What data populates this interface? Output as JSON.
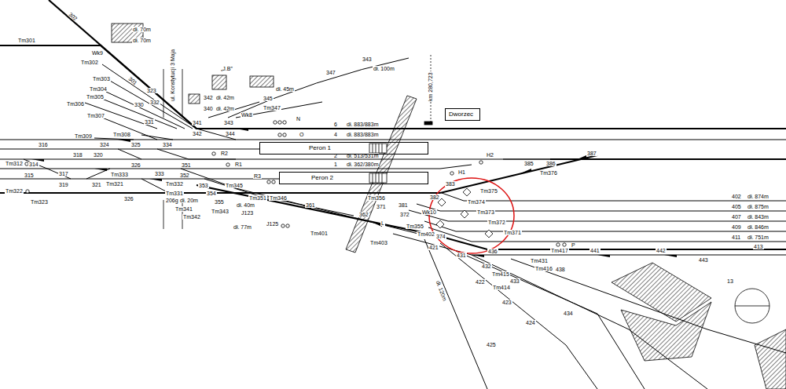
{
  "diagram": {
    "nodes": [
      {
        "text": [
          "Peron 1"
        ]
      },
      {
        "text": [
          "Peron 2"
        ]
      },
      {
        "text": [
          "Dworzec"
        ]
      }
    ],
    "labels": [
      "302",
      "dł. 70m",
      "dł. 70m",
      "Wk9",
      "Tm301",
      "Tm302",
      "Tm303",
      "Tm304",
      "Tm305",
      "Tm306",
      "Tm307",
      "301",
      "323",
      "330",
      "332",
      "331",
      "ul. Konstytucji 3 Maja",
      "„J.B”",
      "342",
      "dł. 42m",
      "340",
      "dł. 42m",
      "343",
      "dł. 100m",
      "347",
      "dł. 45m",
      "345",
      "Tm347",
      "Wk8",
      "N",
      "6",
      "dł. 883/883m",
      "4",
      "dł. 883/883m",
      "O",
      "341",
      "342",
      "343",
      "344",
      "Tm308",
      "Tm309",
      "316",
      "324",
      "325",
      "334",
      "km 280,723",
      "R2",
      "2",
      "dł. 513/531m",
      "1",
      "dł. 362/380m",
      "R1",
      "Tm312",
      "314",
      "318",
      "320",
      "326",
      "351",
      "317",
      "333",
      "352",
      "Tm333",
      "R3",
      "315",
      "319",
      "321",
      "Tm321",
      "Tm332",
      "Tm345",
      "Tm322",
      "Tm323",
      "326",
      "Tm331",
      "206g",
      "dł. 20m",
      "Tm341",
      "Tm342",
      "353",
      "354",
      "Tm351",
      "Tm346",
      "dł. 40m",
      "Tm343",
      "J123",
      "355",
      "J125",
      "dł. 77m",
      "Tm401",
      "361",
      "362",
      "Tm356",
      "371",
      "L",
      "Tm403",
      "Tm355",
      "Tm402",
      "372",
      "381",
      "H1",
      "H2",
      "385",
      "386",
      "387",
      "Tm376",
      "Tm375",
      "Tm374",
      "Tm373",
      "Tm372",
      "Tm371",
      "Wk10",
      "383",
      "382",
      "374",
      "P",
      "402",
      "dł. 874m",
      "405",
      "dł. 875m",
      "407",
      "dł. 843m",
      "409",
      "dł. 846m",
      "411",
      "dł. 751m",
      "413",
      "421",
      "431",
      "436",
      "Tm417",
      "441",
      "442",
      "443",
      "Tm431",
      "Tm416",
      "438",
      "432",
      "Tm415",
      "433",
      "Tm414",
      "422",
      "423",
      "434",
      "424",
      "425",
      "dł. 120m",
      "13"
    ]
  }
}
